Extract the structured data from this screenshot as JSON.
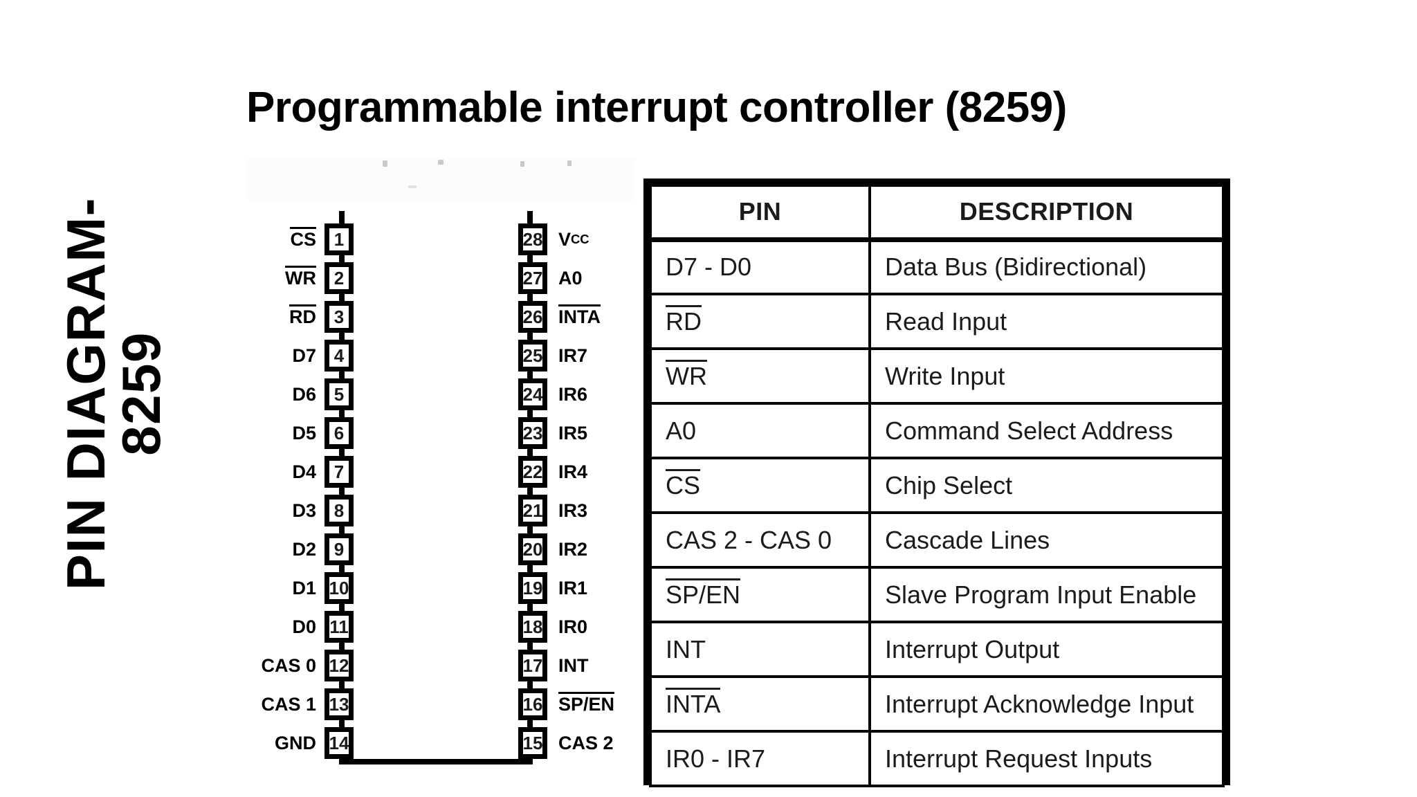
{
  "page": {
    "title": "Programmable interrupt controller (8259)",
    "side_title_lines": [
      "PIN DIAGRAM-",
      "8259"
    ],
    "background_color": "#ffffff",
    "ink_color": "#000000"
  },
  "chip": {
    "name": "8259",
    "package": "28-pin DIP",
    "pin_count": 28,
    "notch": "top-center-semicircle",
    "left_pins": [
      {
        "number": "1",
        "label": "CS",
        "overline": true
      },
      {
        "number": "2",
        "label": "WR",
        "overline": true
      },
      {
        "number": "3",
        "label": "RD",
        "overline": true
      },
      {
        "number": "4",
        "label": "D7",
        "overline": false
      },
      {
        "number": "5",
        "label": "D6",
        "overline": false
      },
      {
        "number": "6",
        "label": "D5",
        "overline": false
      },
      {
        "number": "7",
        "label": "D4",
        "overline": false
      },
      {
        "number": "8",
        "label": "D3",
        "overline": false
      },
      {
        "number": "9",
        "label": "D2",
        "overline": false
      },
      {
        "number": "10",
        "label": "D1",
        "overline": false
      },
      {
        "number": "11",
        "label": "D0",
        "overline": false
      },
      {
        "number": "12",
        "label": "CAS 0",
        "overline": false
      },
      {
        "number": "13",
        "label": "CAS 1",
        "overline": false
      },
      {
        "number": "14",
        "label": "GND",
        "overline": false
      }
    ],
    "right_pins": [
      {
        "number": "28",
        "label": "VCC",
        "overline": false,
        "subscript": "CC",
        "base": "V"
      },
      {
        "number": "27",
        "label": "A0",
        "overline": false
      },
      {
        "number": "26",
        "label": "INTA",
        "overline": true
      },
      {
        "number": "25",
        "label": "IR7",
        "overline": false
      },
      {
        "number": "24",
        "label": "IR6",
        "overline": false
      },
      {
        "number": "23",
        "label": "IR5",
        "overline": false
      },
      {
        "number": "22",
        "label": "IR4",
        "overline": false
      },
      {
        "number": "21",
        "label": "IR3",
        "overline": false
      },
      {
        "number": "20",
        "label": "IR2",
        "overline": false
      },
      {
        "number": "19",
        "label": "IR1",
        "overline": false
      },
      {
        "number": "18",
        "label": "IR0",
        "overline": false
      },
      {
        "number": "17",
        "label": "INT",
        "overline": false
      },
      {
        "number": "16",
        "label": "SP/EN",
        "overline": true
      },
      {
        "number": "15",
        "label": "CAS 2",
        "overline": false
      }
    ]
  },
  "table": {
    "headers": [
      "PIN",
      "DESCRIPTION"
    ],
    "rows": [
      {
        "pin": "D7 - D0",
        "overline": false,
        "description": "Data Bus (Bidirectional)"
      },
      {
        "pin": "RD",
        "overline": true,
        "description": "Read Input"
      },
      {
        "pin": "WR",
        "overline": true,
        "description": "Write Input"
      },
      {
        "pin": "A0",
        "overline": false,
        "description": "Command Select Address"
      },
      {
        "pin": "CS",
        "overline": true,
        "description": "Chip Select"
      },
      {
        "pin": "CAS 2 - CAS 0",
        "overline": false,
        "description": "Cascade Lines"
      },
      {
        "pin": "SP/EN",
        "overline": true,
        "description": "Slave Program Input Enable"
      },
      {
        "pin": "INT",
        "overline": false,
        "description": "Interrupt Output"
      },
      {
        "pin": "INTA",
        "overline": true,
        "description": "Interrupt Acknowledge Input"
      },
      {
        "pin": "IR0 - IR7",
        "overline": false,
        "description": "Interrupt Request Inputs"
      }
    ]
  }
}
